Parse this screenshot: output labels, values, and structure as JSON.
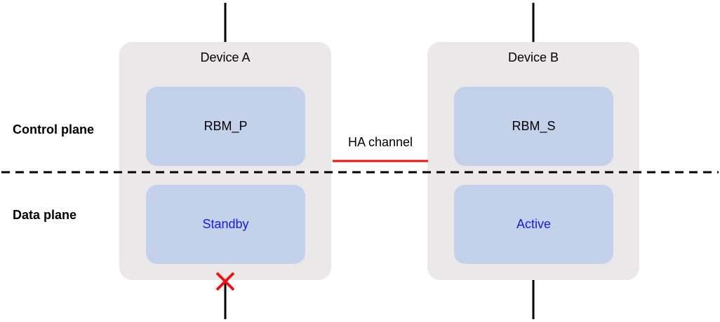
{
  "devices": {
    "a": {
      "title": "Device A",
      "control_module": "RBM_P",
      "data_module": "Standby",
      "downlink_status": "failed"
    },
    "b": {
      "title": "Device B",
      "control_module": "RBM_S",
      "data_module": "Active",
      "downlink_status": "ok"
    }
  },
  "planes": {
    "control": "Control plane",
    "data": "Data plane"
  },
  "ha_channel": {
    "label": "HA channel",
    "color": "#ee1111"
  },
  "colors": {
    "device_bg": "#eae8e8",
    "module_bg": "#c4d1ea",
    "data_text": "#1a1adc",
    "failure_mark": "#ee1111"
  }
}
